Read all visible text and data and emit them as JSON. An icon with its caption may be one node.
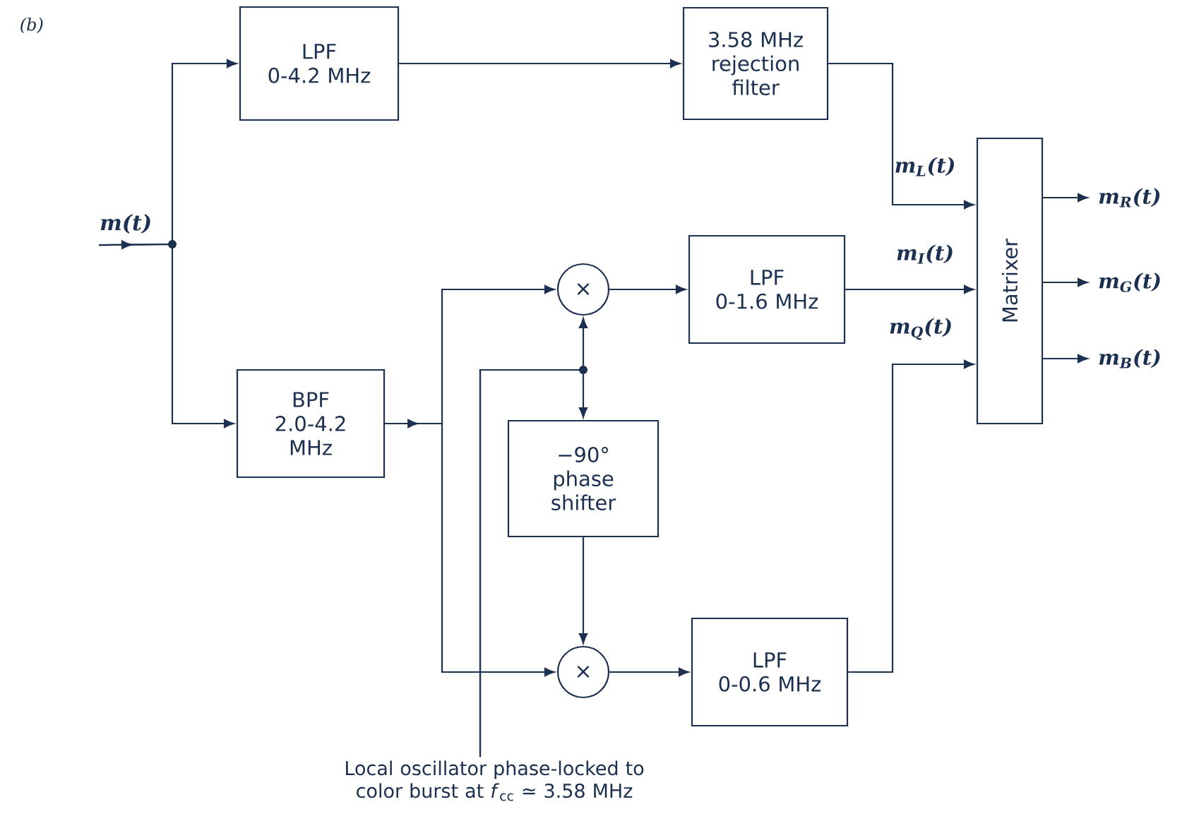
{
  "diagram": {
    "nodes": [
      {
        "text": [
          "m(t)"
        ]
      },
      {
        "text": [
          "LPF",
          "0-4.2 MHz"
        ]
      },
      {
        "text": [
          "3.58 MHz rejection filter"
        ]
      },
      {
        "text": [
          "BPF",
          "2.0-4.2 MHz"
        ]
      },
      {
        "text": [
          "×"
        ]
      },
      {
        "text": [
          "−90° phase shifter"
        ]
      },
      {
        "text": [
          "×"
        ]
      },
      {
        "text": [
          "LPF",
          "0-1.6 MHz"
        ]
      },
      {
        "text": [
          "LPF",
          "0-0.6 MHz"
        ]
      },
      {
        "text": [
          "Matrixer"
        ]
      },
      {
        "text": [
          "Local oscillator phase-locked to color burst at *f*$_{cc}$ ≃ 3.58 MHz"
        ]
      }
    ],
    "edges": [
      {
        "from": 0,
        "to": 1,
        "arrow": "to"
      },
      {
        "from": 0,
        "to": 3,
        "arrow": "to"
      },
      {
        "from": 1,
        "to": 2,
        "arrow": "to"
      },
      {
        "from": 2,
        "to": 9,
        "arrow": "to",
        "label": "m$_{L}$(t)"
      },
      {
        "from": 3,
        "to": 4,
        "arrow": "to"
      },
      {
        "from": 3,
        "to": 6,
        "arrow": "to"
      },
      {
        "from": 10,
        "to": 4,
        "arrow": "to"
      },
      {
        "from": 10,
        "to": 5,
        "arrow": "to"
      },
      {
        "from": 4,
        "to": 7,
        "arrow": "to"
      },
      {
        "from": 5,
        "to": 6,
        "arrow": "to"
      },
      {
        "from": 6,
        "to": 8,
        "arrow": "to"
      },
      {
        "from": 7,
        "to": 9,
        "arrow": "to",
        "label": "m$_{I}$(t)"
      },
      {
        "from": 8,
        "to": 9,
        "arrow": "to",
        "label": "m$_{Q}$(t)"
      },
      {
        "from": 9,
        "to": null,
        "arrow": "to",
        "label": "m$_{R}$(t)"
      },
      {
        "from": 9,
        "to": null,
        "arrow": "to",
        "label": "m$_{G}$(t)"
      },
      {
        "from": 9,
        "to": null,
        "arrow": "to",
        "label": "m$_{B}$(t)"
      }
    ],
    "labels": [
      "(b)"
    ]
  }
}
